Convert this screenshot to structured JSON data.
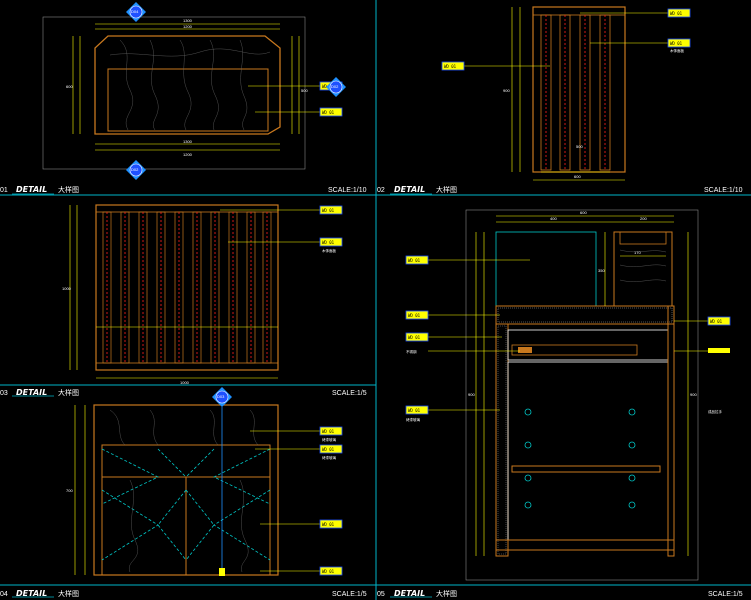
{
  "colors": {
    "frame": "#00b4c8",
    "wood": "#c8781e",
    "leader": "#ffff00",
    "dim": "#ffffff",
    "tag_fill": "#ffff00",
    "tag_border": "#1e50ff",
    "accent_red": "#ff2020",
    "cyan": "#00c8c8"
  },
  "panels": [
    {
      "id": "p1",
      "code": "01",
      "detail_label": "DETAIL",
      "title": "大样图",
      "scale": "SCALE:1/10"
    },
    {
      "id": "p2",
      "code": "02",
      "detail_label": "DETAIL",
      "title": "大样图",
      "scale": "SCALE:1/10"
    },
    {
      "id": "p3",
      "code": "03",
      "detail_label": "DETAIL",
      "title": "大样图",
      "scale": "SCALE:1/5"
    },
    {
      "id": "p4",
      "code": "04",
      "detail_label": "DETAIL",
      "title": "大样图",
      "scale": "SCALE:1/5"
    },
    {
      "id": "p5",
      "code": "05",
      "detail_label": "DETAIL",
      "title": "大样图",
      "scale": "SCALE:1/5"
    }
  ],
  "tag_text": "WD 01",
  "bubbles": {
    "b1": "D04",
    "b2": "D02",
    "b3": "D03",
    "b4": "D05"
  },
  "dims": {
    "p1_top": "1300",
    "p1_top2": "1200",
    "p1_bottom": "1300",
    "p1_bottom2": "1200",
    "p1_left": "600",
    "p1_right": "500",
    "p2_height": "900",
    "p2_bottom": "600",
    "p2_inner": "500",
    "p3_left": "1000",
    "p3_bottom": "1000",
    "p4_left": "700",
    "p5_top": "600",
    "p5_top_a": "400",
    "p5_top_b": "200",
    "p5_left": "900",
    "p5_right": "900",
    "p5_inner": "170",
    "p5_inner2": "350"
  },
  "notes": {
    "n1": "木饰面",
    "n2": "木饰面板",
    "n3": "不锈钢",
    "n4": "烤漆玻璃",
    "n5": "成品拉手"
  }
}
